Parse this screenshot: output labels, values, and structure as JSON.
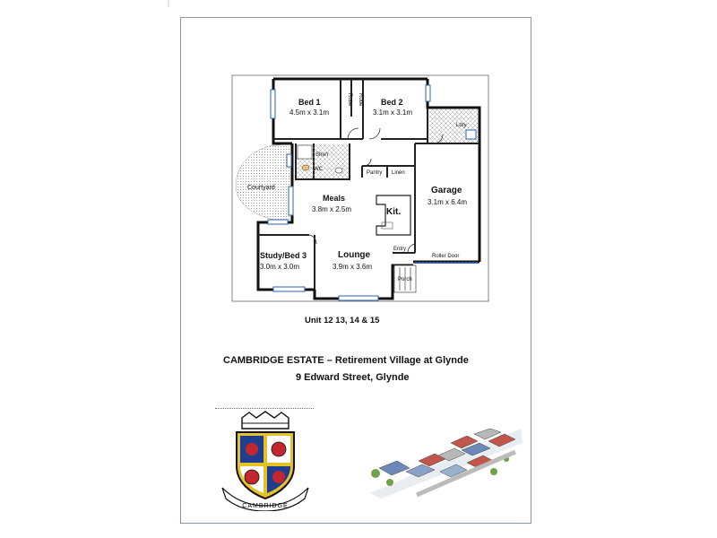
{
  "floorplan": {
    "rooms": {
      "bed1_name": "Bed 1",
      "bed1_size": "4.5m x 3.1m",
      "bed2_name": "Bed 2",
      "bed2_size": "3.1m x 3.1m",
      "robe_a": "Robe",
      "robe_b": "Robe",
      "ldry": "Ldry",
      "shwr": "Shw'r",
      "wc": "WC",
      "pantry": "Pantry",
      "linen": "Linen",
      "courtyard": "Courtyard",
      "meals_name": "Meals",
      "meals_size": "3.8m x 2.5m",
      "kit": "Kit.",
      "garage_name": "Garage",
      "garage_size": "3.1m x 6.4m",
      "entry": "Entry",
      "roller_door": "Roller Door",
      "study_name": "Study/Bed 3",
      "study_size": "3.0m x 3.0m",
      "lounge_name": "Lounge",
      "lounge_size": "3.9m x 3.6m",
      "porch": "Porch"
    }
  },
  "caption": {
    "units": "Unit 12 13, 14 & 15",
    "title": "CAMBRIDGE ESTATE – Retirement Village at Glynde",
    "address": "9 Edward Street, Glynde"
  },
  "crest": {
    "banner_text": "CAMBRIDGE",
    "colors": {
      "blue": "#1f3e8f",
      "red": "#c2272d",
      "gold": "#e6c229",
      "black": "#111111"
    }
  }
}
